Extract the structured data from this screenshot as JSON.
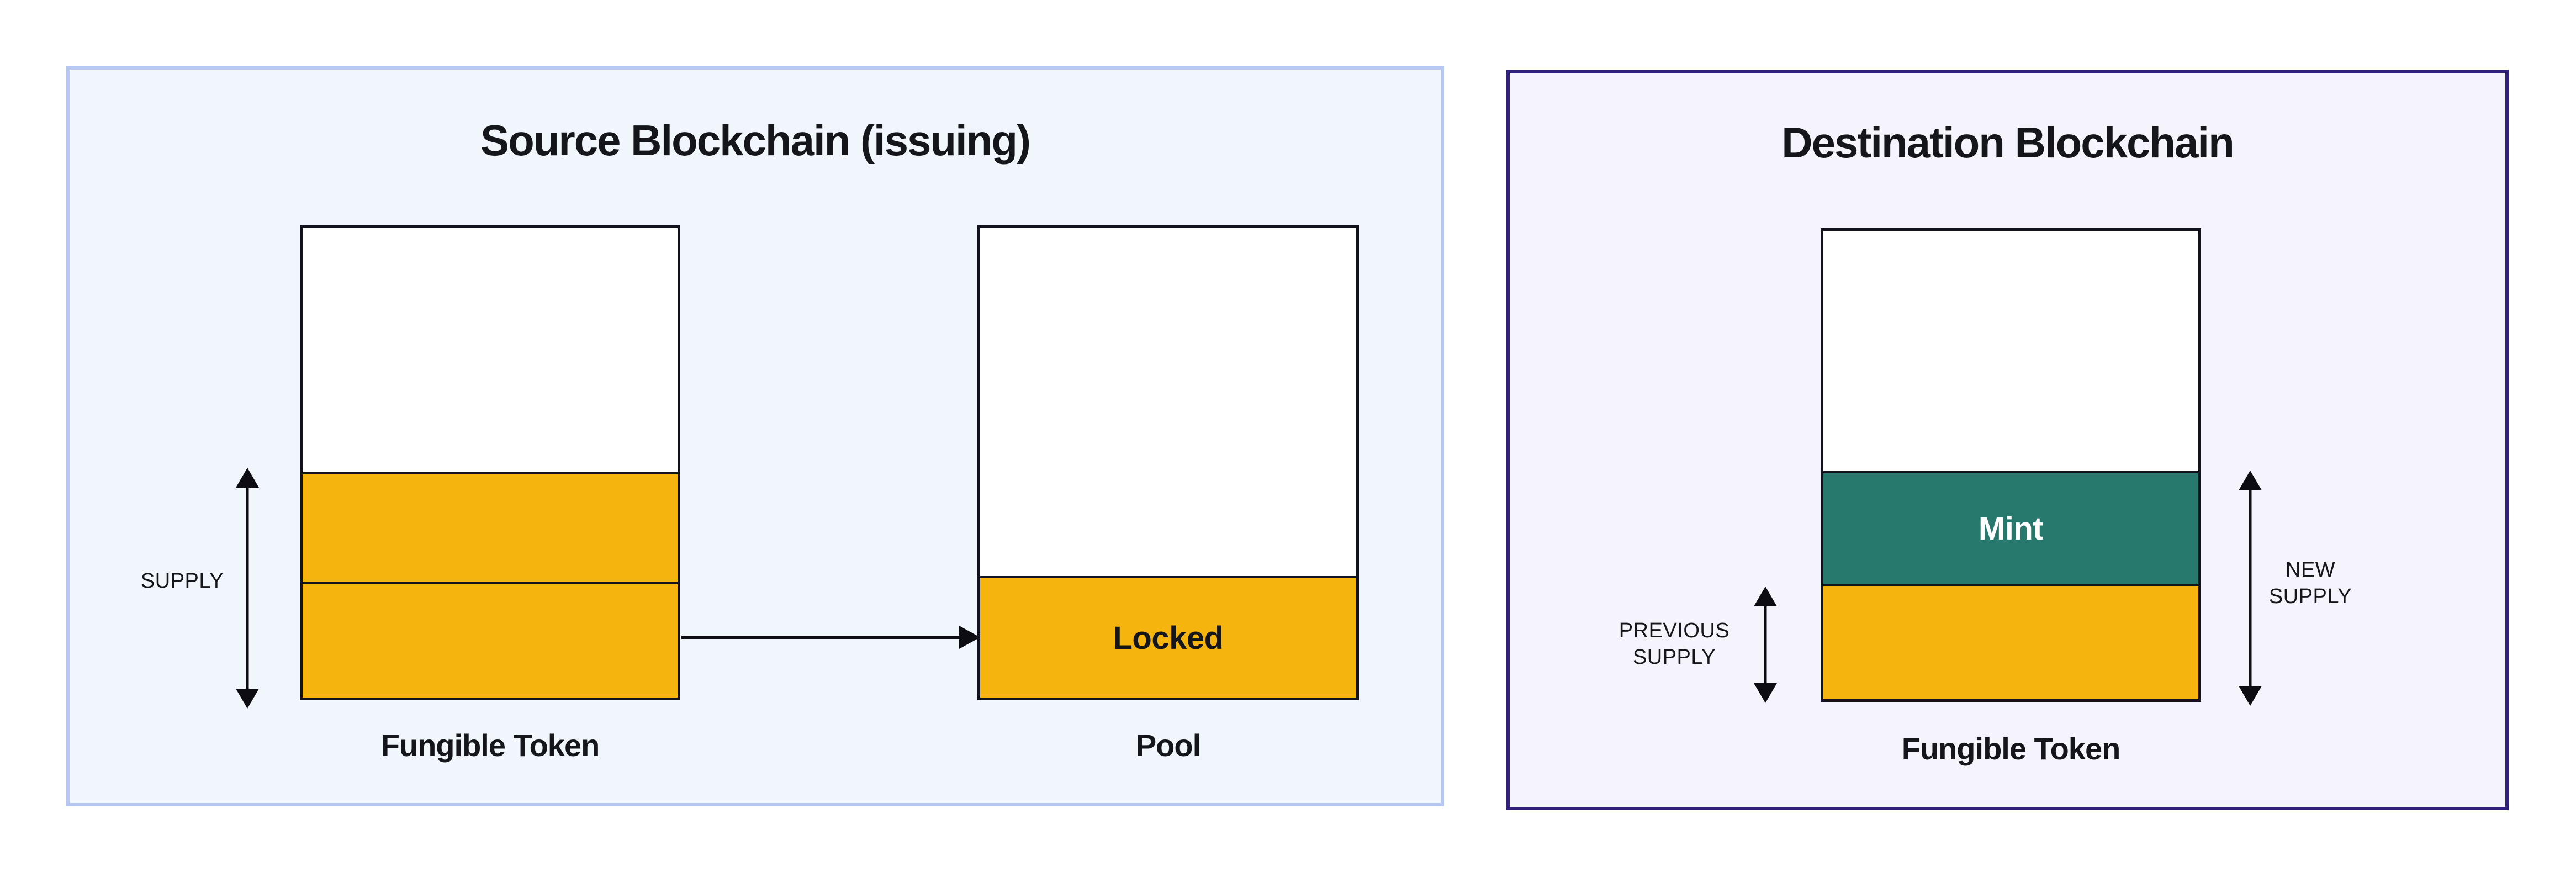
{
  "source": {
    "title": "Source Blockchain (issuing)",
    "supply_label": "SUPPLY",
    "locked_label": "Locked",
    "token_caption": "Fungible Token",
    "pool_caption": "Pool"
  },
  "destination": {
    "title": "Destination Blockchain",
    "mint_label": "Mint",
    "previous_supply_line1": "PREVIOUS",
    "previous_supply_line2": "SUPPLY",
    "new_supply_line1": "NEW",
    "new_supply_line2": "SUPPLY",
    "token_caption": "Fungible Token"
  },
  "colors": {
    "orange": "#F5B40E",
    "teal": "#27796D",
    "source_panel_bg": "#F1F5FC",
    "source_panel_border": "#B5C7F1",
    "dest_panel_bg": "#F5F3FB",
    "dest_panel_border": "#32217B",
    "box_border": "#12121D",
    "ink": "#15161C",
    "arrow": "#0C0C12",
    "mint_text": "#FFFFFF"
  }
}
